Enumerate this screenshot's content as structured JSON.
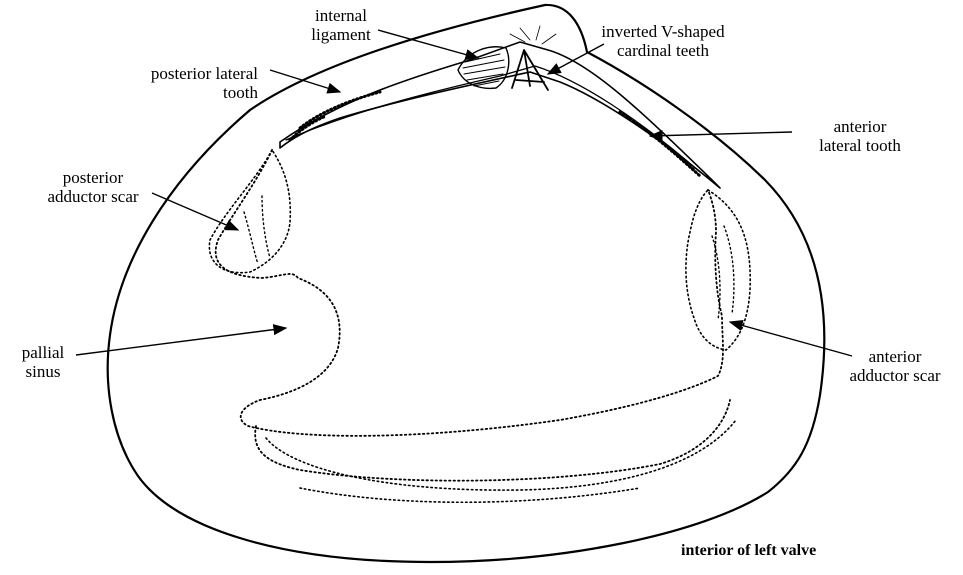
{
  "diagram": {
    "labels": {
      "internal_ligament": [
        "internal",
        "ligament"
      ],
      "cardinal_teeth": [
        "inverted V-shaped",
        "cardinal teeth"
      ],
      "posterior_lateral_tooth": [
        "posterior lateral",
        "tooth"
      ],
      "anterior_lateral_tooth": [
        "anterior",
        "lateral tooth"
      ],
      "posterior_adductor_scar": [
        "posterior",
        "adductor scar"
      ],
      "pallial_sinus": [
        "pallial",
        "sinus"
      ],
      "anterior_adductor_scar": [
        "anterior",
        "adductor scar"
      ]
    },
    "caption": "interior of left valve",
    "colors": {
      "ink": "#000000",
      "background": "#ffffff"
    }
  }
}
